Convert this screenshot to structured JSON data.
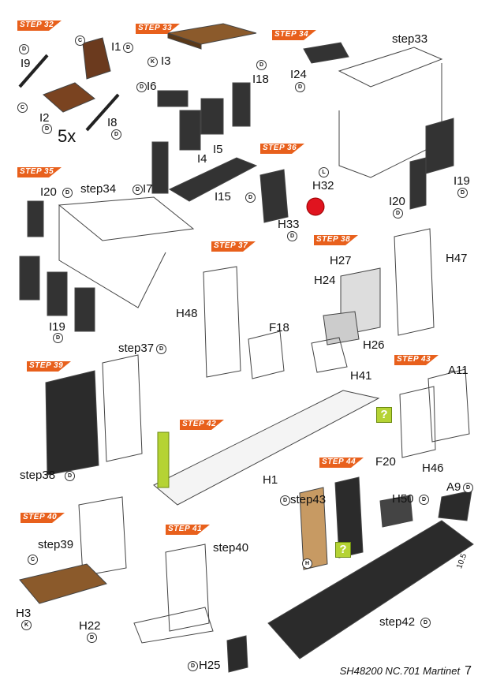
{
  "steps": [
    {
      "id": "s32",
      "text": "STEP 32"
    },
    {
      "id": "s33",
      "text": "STEP 33"
    },
    {
      "id": "s34",
      "text": "STEP 34"
    },
    {
      "id": "s35",
      "text": "STEP 35"
    },
    {
      "id": "s36",
      "text": "STEP 36"
    },
    {
      "id": "s37",
      "text": "STEP 37"
    },
    {
      "id": "s38",
      "text": "STEP 38"
    },
    {
      "id": "s39",
      "text": "STEP 39"
    },
    {
      "id": "s40",
      "text": "STEP 40"
    },
    {
      "id": "s41",
      "text": "STEP 41"
    },
    {
      "id": "s42",
      "text": "STEP 42"
    },
    {
      "id": "s43",
      "text": "STEP 43"
    },
    {
      "id": "s44",
      "text": "STEP 44"
    }
  ],
  "labels": {
    "I1": "I1",
    "I9": "I9",
    "I2": "I2",
    "I8": "I8",
    "qty": "5x",
    "I3": "I3",
    "I6": "I6",
    "I18": "I18",
    "I4": "I4",
    "I5": "I5",
    "I7": "I7",
    "I15": "I15",
    "step33": "step33",
    "I24": "I24",
    "I19a": "I19",
    "I20a": "I20",
    "I20b": "I20",
    "step34": "step34",
    "I19b": "I19",
    "H32": "H32",
    "H33": "H33",
    "H48": "H48",
    "F18": "F18",
    "H27": "H27",
    "H47": "H47",
    "H24": "H24",
    "H26": "H26",
    "H41": "H41",
    "step37": "step37",
    "step38": "step38",
    "H1": "H1",
    "A11": "A11",
    "F20": "F20",
    "H46": "H46",
    "step39": "step39",
    "H3": "H3",
    "H22": "H22",
    "step40": "step40",
    "H25": "H25",
    "step43": "step43",
    "H50": "H50",
    "A9": "A9",
    "step42": "step42",
    "dim": "10.5"
  },
  "badges": {
    "C": "C",
    "D": "D",
    "K": "K",
    "L": "L",
    "H": "H"
  },
  "qmark": "?",
  "footer": {
    "title": "SH48200 NC.701 Martinet",
    "page": "7"
  }
}
